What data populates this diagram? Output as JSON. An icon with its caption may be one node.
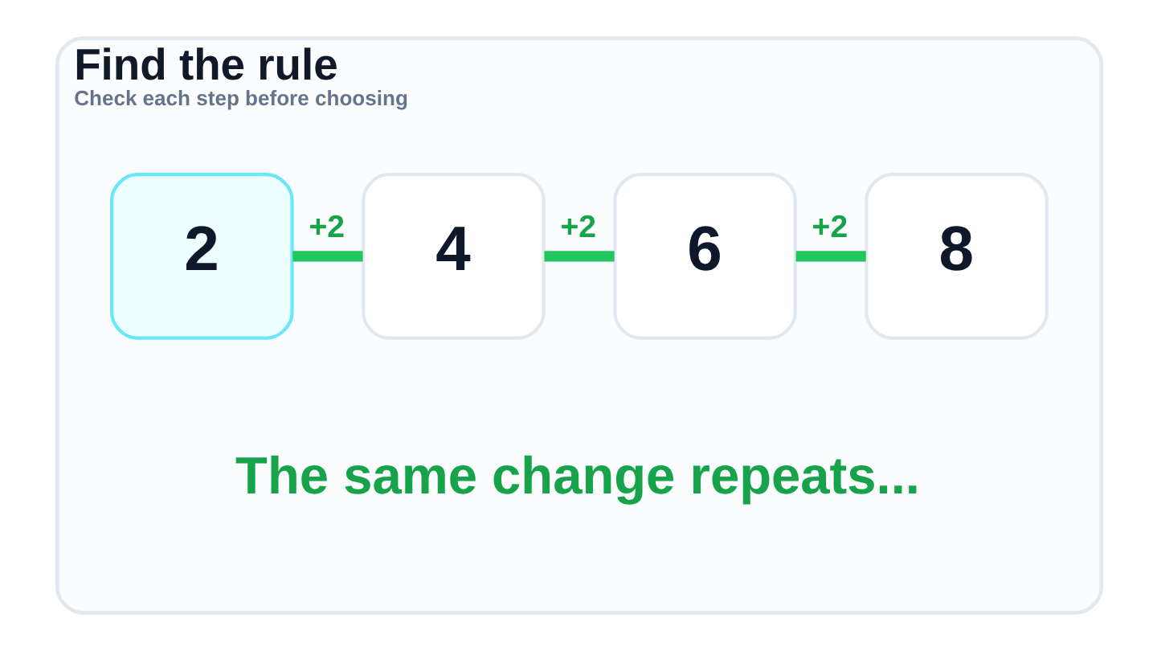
{
  "diagram": {
    "nodes": [
      {
        "text": [
          "Find the rule",
          "Check each step before choosing"
        ]
      },
      {
        "text": [
          "2"
        ],
        "in": 0
      },
      {
        "text": [
          "4"
        ],
        "in": 0
      },
      {
        "text": [
          "6"
        ],
        "in": 0
      },
      {
        "text": [
          "8"
        ],
        "in": 0
      }
    ],
    "edges": [
      {
        "from": 1,
        "to": 2,
        "arrow": "none",
        "label": "+2"
      },
      {
        "from": 2,
        "to": 3,
        "arrow": "none",
        "label": "+2"
      },
      {
        "from": 3,
        "to": 4,
        "arrow": "none",
        "label": "+2"
      }
    ],
    "labels": [
      "The same change repeats..."
    ]
  }
}
